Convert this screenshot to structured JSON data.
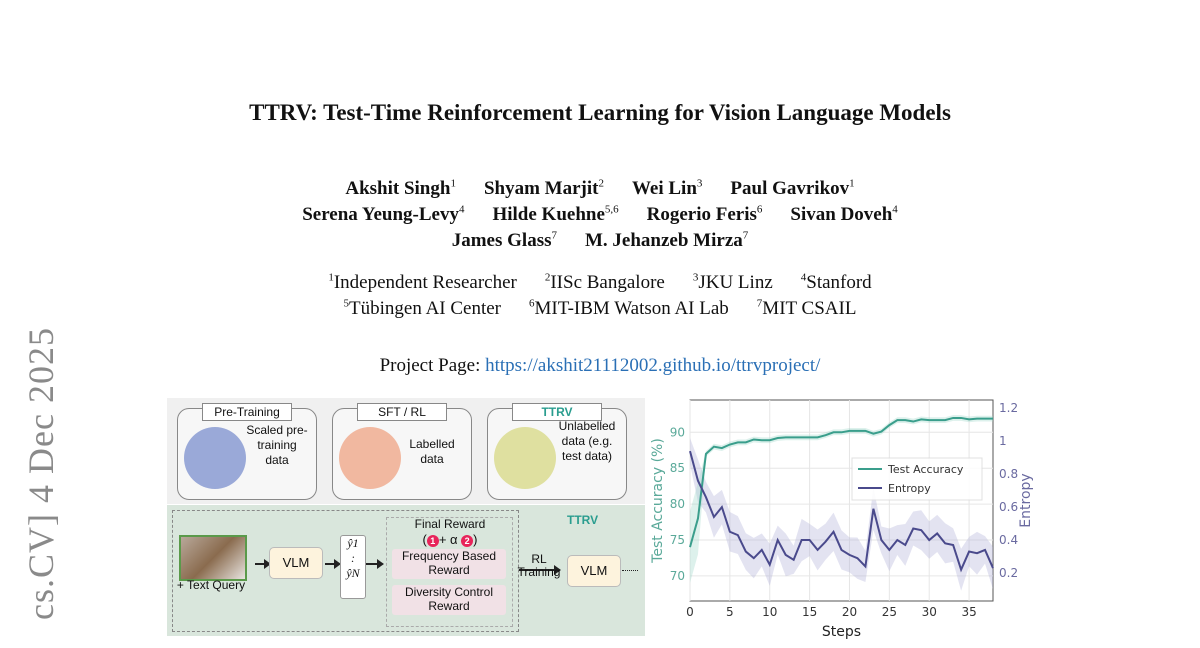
{
  "arxiv_stamp": "cs.CV]  4 Dec 2025",
  "title": "TTRV: Test-Time Reinforcement Learning for Vision Language Models",
  "authors": [
    [
      {
        "name": "Akshit Singh",
        "sup": "1"
      },
      {
        "name": "Shyam Marjit",
        "sup": "2"
      },
      {
        "name": "Wei Lin",
        "sup": "3"
      },
      {
        "name": "Paul Gavrikov",
        "sup": "1"
      }
    ],
    [
      {
        "name": "Serena Yeung-Levy",
        "sup": "4"
      },
      {
        "name": "Hilde Kuehne",
        "sup": "5,6"
      },
      {
        "name": "Rogerio Feris",
        "sup": "6"
      },
      {
        "name": "Sivan Doveh",
        "sup": "4"
      }
    ],
    [
      {
        "name": "James Glass",
        "sup": "7"
      },
      {
        "name": "M. Jehanzeb Mirza",
        "sup": "7"
      }
    ]
  ],
  "affiliations": [
    [
      {
        "sup": "1",
        "name": "Independent Researcher"
      },
      {
        "sup": "2",
        "name": "IISc Bangalore"
      },
      {
        "sup": "3",
        "name": "JKU Linz"
      },
      {
        "sup": "4",
        "name": "Stanford"
      }
    ],
    [
      {
        "sup": "5",
        "name": "Tübingen AI Center"
      },
      {
        "sup": "6",
        "name": "MIT-IBM Watson AI Lab"
      },
      {
        "sup": "7",
        "name": "MIT CSAIL"
      }
    ]
  ],
  "project_label": "Project Page:",
  "project_url": "https://akshit21112002.github.io/ttrvproject/",
  "figure": {
    "cards": [
      {
        "header": "Pre-Training",
        "text": "Scaled pre-training data",
        "color": "#9aa9d8"
      },
      {
        "header": "SFT / RL",
        "text": "Labelled data",
        "color": "#f1b8a0"
      },
      {
        "header": "TTRV",
        "text": "Unlabelled data (e.g. test data)",
        "color": "#dfe0a0"
      }
    ],
    "ttrv_label": "TTRV",
    "text_query": "+ Text Query",
    "vlm": "VLM",
    "y1": "ŷ1",
    "yn": "ŷN",
    "final_reward": "Final Reward",
    "formula_plus": "+ α",
    "freq_reward": "Frequency Based Reward",
    "div_reward": "Diversity Control Reward",
    "n1": "1",
    "n2": "2",
    "rl_training": "RL Training",
    "accent": "#2a9d8f"
  },
  "chart_data": {
    "type": "line",
    "xlabel": "Steps",
    "ylabel": "Test Accuracy (%)",
    "y2label": "Entropy",
    "xlim": [
      0,
      38
    ],
    "ylim": [
      66.5,
      94.5
    ],
    "y2lim": [
      0.03,
      1.25
    ],
    "xticks": [
      0,
      5,
      10,
      15,
      20,
      25,
      30,
      35
    ],
    "yticks": [
      70,
      75,
      80,
      85,
      90
    ],
    "y2ticks": [
      0.2,
      0.4,
      0.6,
      0.8,
      1.0,
      1.2
    ],
    "legend": [
      "Test Accuracy",
      "Entropy"
    ],
    "legend_position": "center-right",
    "grid": true,
    "series": [
      {
        "name": "Test Accuracy",
        "axis": "left",
        "color": "#3a9e8c",
        "values": [
          74,
          78,
          87,
          88,
          87.8,
          88.3,
          88.6,
          88.6,
          89,
          88.9,
          88.9,
          89.2,
          89.3,
          89.3,
          89.3,
          89.3,
          89.3,
          89.6,
          90,
          90,
          90.2,
          90.2,
          90.2,
          89.8,
          90.1,
          91,
          91.7,
          91.7,
          91.5,
          91.8,
          91.7,
          91.7,
          91.7,
          92,
          92,
          91.8,
          91.9,
          91.9,
          91.9
        ]
      },
      {
        "name": "Entropy",
        "axis": "right",
        "color": "#4a4a8c",
        "values": [
          0.94,
          0.76,
          0.66,
          0.54,
          0.6,
          0.45,
          0.43,
          0.33,
          0.29,
          0.34,
          0.25,
          0.4,
          0.31,
          0.28,
          0.4,
          0.4,
          0.34,
          0.39,
          0.45,
          0.34,
          0.31,
          0.29,
          0.24,
          0.59,
          0.4,
          0.34,
          0.4,
          0.37,
          0.47,
          0.46,
          0.4,
          0.44,
          0.38,
          0.37,
          0.22,
          0.33,
          0.32,
          0.34,
          0.23
        ]
      }
    ]
  }
}
